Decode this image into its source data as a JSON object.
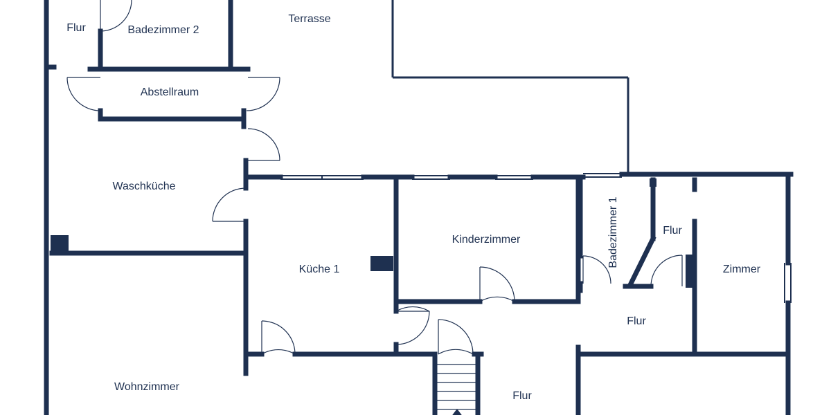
{
  "colors": {
    "wall": "#1e3050",
    "door": "#1e3050",
    "window": "#1e3050",
    "background": "#ffffff"
  },
  "rooms": {
    "flur_top_left": "Flur",
    "badezimmer_2": "Badezimmer 2",
    "terrasse": "Terrasse",
    "abstellraum": "Abstellraum",
    "waschkueche": "Waschküche",
    "kinderzimmer": "Kinderzimmer",
    "kueche_1": "Küche 1",
    "badezimmer_1": "Badezimmer 1",
    "flur_right": "Flur",
    "zimmer": "Zimmer",
    "flur_mid_right": "Flur",
    "wohnzimmer": "Wohnzimmer",
    "flur_bottom": "Flur"
  }
}
